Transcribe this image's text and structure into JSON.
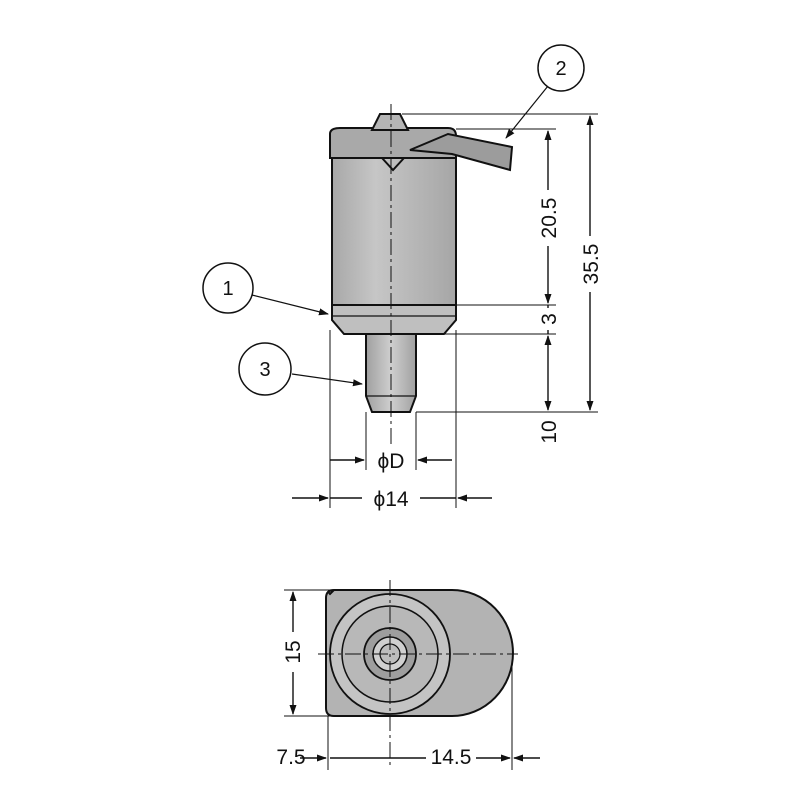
{
  "side_view": {
    "callouts": [
      {
        "id": "callout-1",
        "label": "1"
      },
      {
        "id": "callout-2",
        "label": "2"
      },
      {
        "id": "callout-3",
        "label": "3"
      }
    ],
    "dimensions": {
      "overall_height": "35.5",
      "body_height": "20.5",
      "chamfer_height": "3",
      "pin_length": "10",
      "pin_diameter": "ϕD",
      "body_diameter": "ϕ14"
    }
  },
  "bottom_view": {
    "dimensions": {
      "width": "15",
      "offset": "7.5",
      "length": "14.5"
    }
  },
  "colors": {
    "line": "#111111",
    "body_fill": "#b9b9b9",
    "body_dark": "#9a9a9a",
    "body_light": "#d2d2d2",
    "callout_fill": "#ffffff"
  }
}
